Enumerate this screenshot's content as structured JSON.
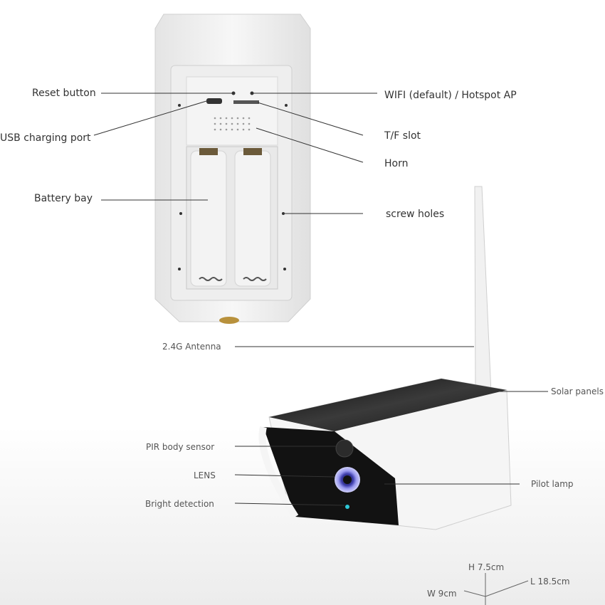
{
  "labels": {
    "reset_button": "Reset button",
    "usb_port": "USB charging port",
    "battery_bay": "Battery bay",
    "wifi": "WIFI (default) / Hotspot AP",
    "tf_slot": "T/F slot",
    "horn": "Horn",
    "screw_holes": "screw holes",
    "antenna": "2.4G Antenna",
    "solar_panels": "Solar panels",
    "pir_sensor": "PIR body sensor",
    "lens": "LENS",
    "bright_detection": "Bright detection",
    "pilot_lamp": "Pilot lamp"
  },
  "dimensions": {
    "height": "H 7.5cm",
    "width": "W 9cm",
    "length": "L 18.5cm"
  },
  "colors": {
    "housing": "#f2f2f2",
    "panel": "#1c1c1c",
    "lens_ring": "#7a7adf",
    "indicator": "#2ec7d6",
    "leader_line": "#333333"
  }
}
